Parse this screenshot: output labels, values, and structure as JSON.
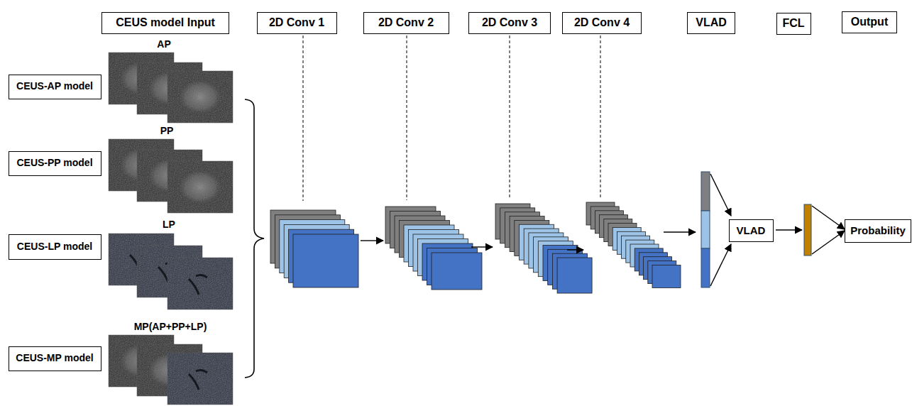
{
  "diagram": {
    "nodes": [
      {
        "text": [
          "CEUS model Input"
        ]
      },
      {
        "text": [
          "2D Conv 1"
        ]
      },
      {
        "text": [
          "2D Conv 2"
        ]
      },
      {
        "text": [
          "2D Conv 3"
        ]
      },
      {
        "text": [
          "2D Conv 4"
        ]
      },
      {
        "text": [
          "VLAD"
        ]
      },
      {
        "text": [
          "FCL"
        ]
      },
      {
        "text": [
          "Output"
        ]
      },
      {
        "text": [
          "CEUS-AP model"
        ]
      },
      {
        "text": [
          "CEUS-PP model"
        ]
      },
      {
        "text": [
          "CEUS-LP model"
        ]
      },
      {
        "text": [
          "CEUS-MP model"
        ]
      },
      {
        "text": [
          "VLAD"
        ]
      },
      {
        "text": [
          "Probability"
        ]
      }
    ],
    "labels": [
      "AP",
      "PP",
      "LP",
      "MP(AP+PP+LP)"
    ]
  }
}
